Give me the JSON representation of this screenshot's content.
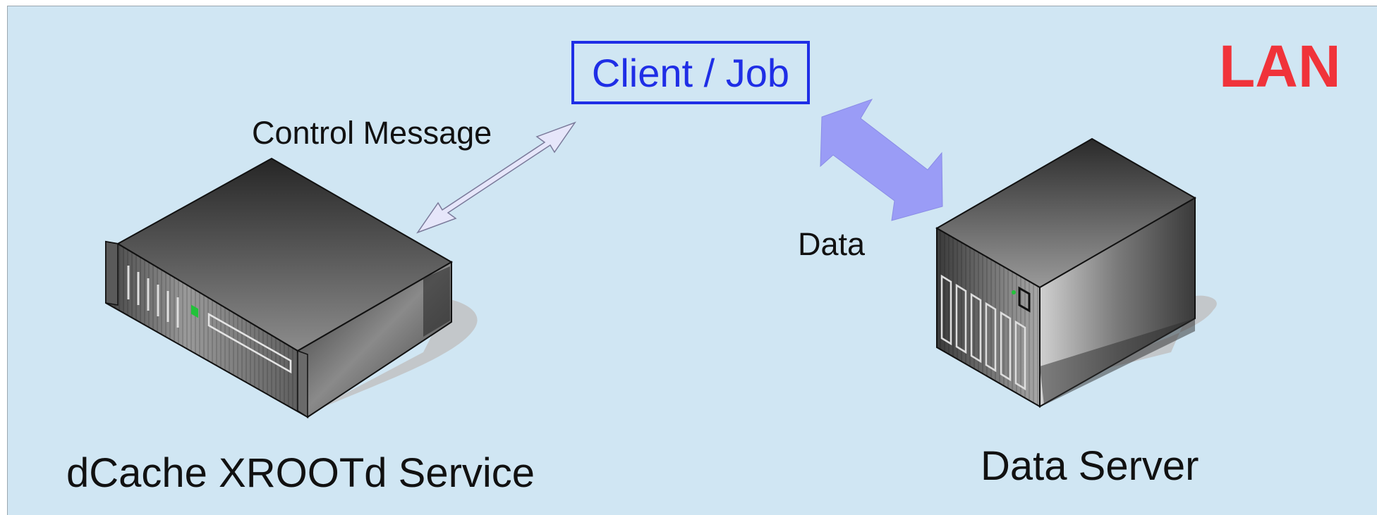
{
  "labels": {
    "client_job": "Client / Job",
    "lan": "LAN",
    "control_message": "Control Message",
    "data": "Data",
    "xrootd_service": "dCache XROOTd Service",
    "data_server": "Data Server"
  },
  "colors": {
    "background": "#d0e6f3",
    "client_box": "#1f2ee6",
    "lan": "#f0333a",
    "control_arrow": "#e6e6fa",
    "data_arrow": "#9a9cf6",
    "led": "#22c23a"
  },
  "icons": {
    "service_host": "rack-server-icon",
    "data_host": "tower-server-icon"
  }
}
